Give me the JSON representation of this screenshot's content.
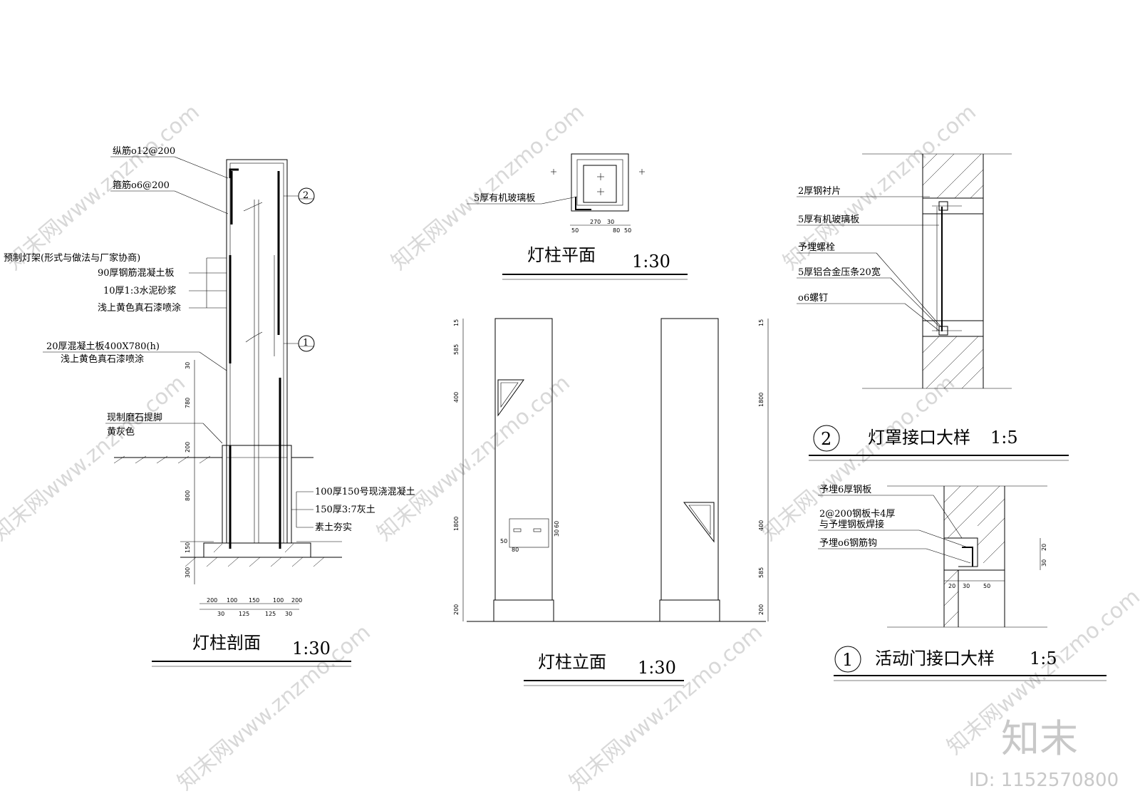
{
  "section": {
    "title": "灯柱剖面",
    "scale": "1:30",
    "labels": {
      "l1": "纵筋o12@200",
      "l2": "箍筋o6@200",
      "l3": "预制灯架(形式与做法与厂家协商)",
      "l4": "90厚钢筋混凝土板",
      "l5": "10厚1:3水泥砂浆",
      "l6": "浅上黄色真石漆喷涂",
      "l7": "20厚混凝土板400X780(h)",
      "l8": "浅上黄色真石漆喷涂",
      "l9": "现制磨石提脚",
      "l10": "黄灰色",
      "l11": "100厚150号现浇混凝土",
      "l12": "150厚3:7灰土",
      "l13": "素土夯实"
    },
    "callouts": {
      "c2": "2",
      "c1": "1"
    },
    "vdims": {
      "d1": "30",
      "d2": "780",
      "d3": "200",
      "d4": "800",
      "d5": "150",
      "d6": "300"
    },
    "hdims": {
      "t1": "200",
      "t2": "100",
      "t3": "150",
      "t4": "100",
      "t5": "200",
      "b1": "30",
      "b2": "125",
      "b3": "125",
      "b4": "30"
    }
  },
  "plan": {
    "title": "灯柱平面",
    "scale": "1:30",
    "label": "5厚有机玻璃板",
    "dims": {
      "p1": "50",
      "p2": "270",
      "p3": "30",
      "p4": "80",
      "p5": "50"
    }
  },
  "elevation": {
    "title": "灯柱立面",
    "scale": "1:30",
    "left_dims": {
      "e1": "15",
      "e2": "585",
      "e3": "400",
      "e4": "1800",
      "e5": "200"
    },
    "right_dims": {
      "r1": "15",
      "r2": "1800",
      "r3": "400",
      "r4": "585",
      "r5": "200"
    },
    "door_dims": {
      "g1": "50",
      "g2": "80",
      "g3": "30",
      "g4": "60"
    }
  },
  "detail2": {
    "number": "2",
    "title": "灯罩接口大样",
    "scale": "1:5",
    "labels": {
      "a1": "2厚钢衬片",
      "a2": "5厚有机玻璃板",
      "a3": "予埋螺栓",
      "a4": "5厚铝合金压条20宽",
      "a5": "o6螺钉"
    }
  },
  "detail1": {
    "number": "1",
    "title": "活动门接口大样",
    "scale": "1:5",
    "labels": {
      "b1": "予埋6厚钢板",
      "b2": "2@200钢板卡4厚",
      "b3": "与予埋钢板焊接",
      "b4": "予埋o6钢筋钩"
    },
    "dims": {
      "f1": "20",
      "f2": "30",
      "f3": "50",
      "f4": "20",
      "f5": "30"
    }
  },
  "watermark": {
    "text": "知末网www.znzmo.com",
    "brand": "知末",
    "id": "ID: 1152570800"
  }
}
